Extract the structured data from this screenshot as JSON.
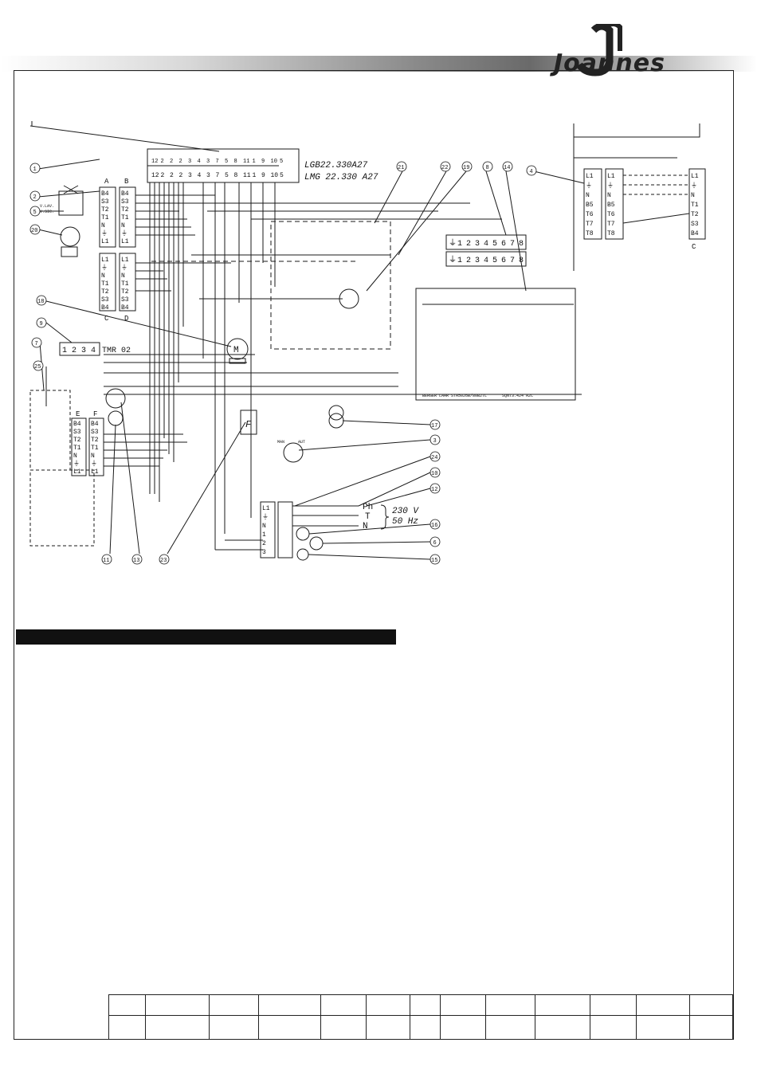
{
  "brand": {
    "name": "Joannes"
  },
  "diagram": {
    "controller_labels": [
      "LGB22.330A27",
      "LMG 22.330 A27"
    ],
    "top_terminals": [
      "12",
      "2",
      "2",
      "2",
      "3",
      "4",
      "3",
      "7",
      "5",
      "8",
      "11",
      "1",
      "9",
      "10",
      "5"
    ],
    "top_circles": [
      "12",
      "2",
      "2",
      "2",
      "3",
      "4",
      "3",
      "7",
      "5",
      "8",
      "11",
      "1",
      "9",
      "10",
      "5"
    ],
    "plug_a_title": "A",
    "plug_b_title": "B",
    "plug_c_title": "C",
    "plug_d_title": "D",
    "plug_e_title": "E",
    "plug_f_title": "F",
    "plug_a": [
      "B4",
      "S3",
      "T2",
      "T1",
      "N",
      "⏚",
      "L1"
    ],
    "plug_b": [
      "B4",
      "S3",
      "T2",
      "T1",
      "N",
      "⏚",
      "L1"
    ],
    "plug_c": [
      "L1",
      "⏚",
      "N",
      "T1",
      "T2",
      "S3",
      "B4"
    ],
    "plug_d": [
      "L1",
      "⏚",
      "N",
      "T1",
      "T2",
      "S3",
      "B4"
    ],
    "plug_e": [
      "B4",
      "S3",
      "T2",
      "T1",
      "N",
      "⏚",
      "L1"
    ],
    "plug_f": [
      "B4",
      "S3",
      "T2",
      "T1",
      "N",
      "⏚",
      "L1"
    ],
    "right_plug_left": [
      "L1",
      "⏚",
      "N",
      "B5",
      "T6",
      "T7",
      "T8"
    ],
    "right_plug_mid": [
      "L1",
      "⏚",
      "N",
      "B5",
      "T6",
      "T7",
      "T8"
    ],
    "right_plug_c": [
      "L1",
      "⏚",
      "N",
      "T1",
      "T2",
      "S3",
      "B4"
    ],
    "terminal_strip_top": [
      "⏚",
      "1",
      "2",
      "3",
      "4",
      "5",
      "6",
      "7",
      "8"
    ],
    "terminal_strip_bottom": [
      "⏚",
      "1",
      "2",
      "3",
      "4",
      "5",
      "6",
      "7",
      "8"
    ],
    "tmr_terminals": [
      "1",
      "2",
      "3",
      "4"
    ],
    "tmr_label": "TMR 02",
    "main_terminal": [
      "L1",
      "⏚",
      "N",
      "1",
      "2",
      "3"
    ],
    "supply_labels": [
      "Ph",
      "T",
      "N"
    ],
    "supply_voltage": "230 V",
    "supply_freq": "50 Hz",
    "motor_label": "M",
    "filter_label": "F",
    "thermostat_note": "BERGER LAHR STA5026B/80B27L",
    "thermostat_note2": "SQN73.424 A2C",
    "callouts": [
      "1",
      "2",
      "5",
      "20",
      "18",
      "9",
      "7",
      "25",
      "11",
      "13",
      "23",
      "21",
      "22",
      "19",
      "8",
      "14",
      "4",
      "17",
      "3",
      "24",
      "10",
      "12",
      "16",
      "6",
      "15"
    ],
    "valve_labels": [
      "V.LAV.",
      "V.SIC."
    ],
    "motor_tags": [
      "MAN",
      "AUT"
    ]
  },
  "footer_table": {
    "rows": [
      [
        "",
        "",
        "",
        "",
        "",
        "",
        "",
        "",
        "",
        "",
        "",
        "",
        ""
      ],
      [
        "",
        "",
        "",
        "",
        "",
        "",
        "",
        "",
        "",
        "",
        "",
        "",
        ""
      ]
    ]
  },
  "colors": {
    "line": "#1a1a1a",
    "bar": "#111111"
  }
}
